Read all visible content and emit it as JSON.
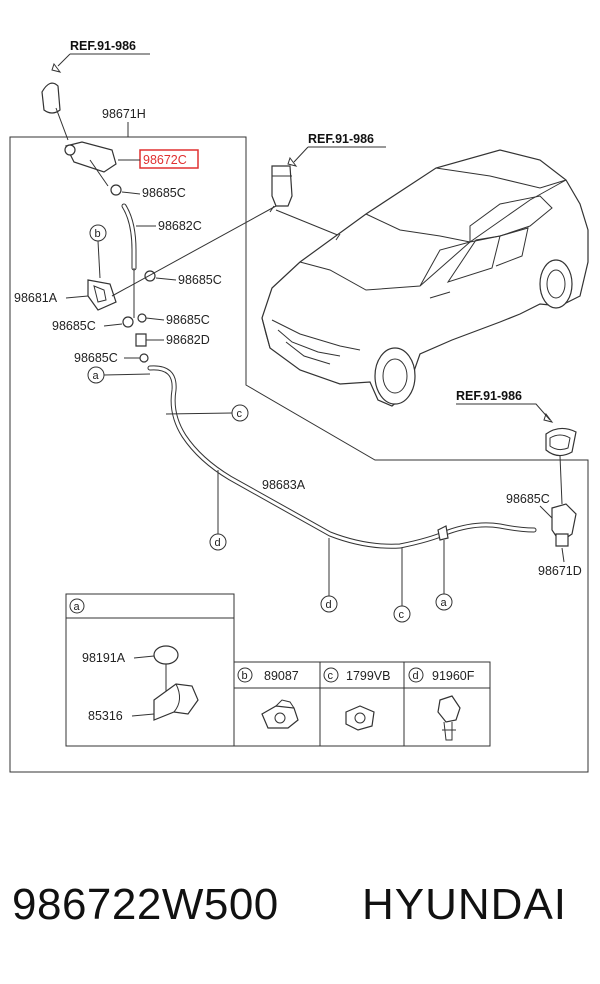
{
  "refs": {
    "top_left": "REF.91-986",
    "top_mid": "REF.91-986",
    "right": "REF.91-986"
  },
  "labels": {
    "p98671H": "98671H",
    "p98672C": "98672C",
    "p98685C_1": "98685C",
    "p98682C": "98682C",
    "p98685C_2": "98685C",
    "p98681A": "98681A",
    "p98685C_3": "98685C",
    "p98685C_4": "98685C",
    "p98682D": "98682D",
    "p98685C_5": "98685C",
    "p98683A": "98683A",
    "p98685C_6": "98685C",
    "p98671D": "98671D"
  },
  "callouts": {
    "a": "a",
    "b": "b",
    "c": "c",
    "d": "d"
  },
  "detail_table": {
    "a_header": "a",
    "a_part1": "98191A",
    "a_part2": "85316",
    "b_header": "b",
    "b_part": "89087",
    "c_header": "c",
    "c_part": "1799VB",
    "d_header": "d",
    "d_part": "91960F"
  },
  "footer": {
    "part_number": "986722W500",
    "brand": "HYUNDAI"
  },
  "colors": {
    "highlight": "#e03030",
    "line": "#333333"
  }
}
